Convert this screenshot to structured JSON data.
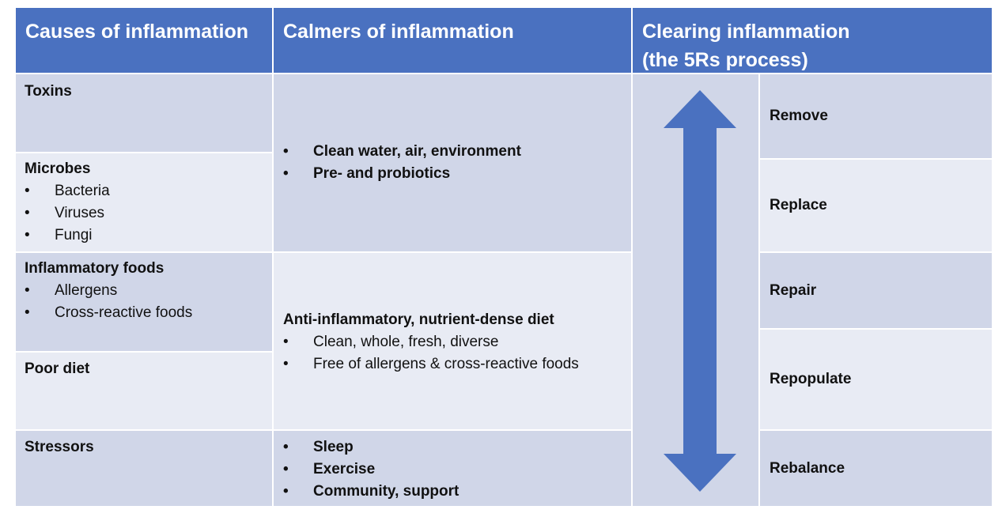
{
  "headers": {
    "causes": "Causes of inflammation",
    "calmers": "Calmers of inflammation",
    "clearing_line1": "Clearing inflammation",
    "clearing_line2": "(the 5Rs process)"
  },
  "causes": {
    "toxins": {
      "title": "Toxins"
    },
    "microbes": {
      "title": "Microbes",
      "items": [
        "Bacteria",
        "Viruses",
        "Fungi"
      ]
    },
    "inflammatory_foods": {
      "title": "Inflammatory foods",
      "items": [
        "Allergens",
        "Cross-reactive foods"
      ]
    },
    "poor_diet": {
      "title": "Poor diet"
    },
    "stressors": {
      "title": "Stressors"
    }
  },
  "calmers": {
    "environment": {
      "items": [
        "Clean water, air, environment",
        "Pre- and probiotics"
      ]
    },
    "diet": {
      "title": "Anti-inflammatory, nutrient-dense diet",
      "items": [
        "Clean, whole, fresh, diverse",
        "Free of allergens & cross-reactive foods"
      ]
    },
    "lifestyle": {
      "items": [
        "Sleep",
        "Exercise",
        "Community, support"
      ]
    }
  },
  "five_rs": [
    "Remove",
    "Replace",
    "Repair",
    "Repopulate",
    "Rebalance"
  ],
  "colors": {
    "header": "#4a71c0",
    "dark_row": "#d0d6e8",
    "light_row": "#e8ebf4",
    "arrow": "#4a71c0"
  },
  "icons": {
    "arrow": "double-vertical-arrow-icon"
  }
}
